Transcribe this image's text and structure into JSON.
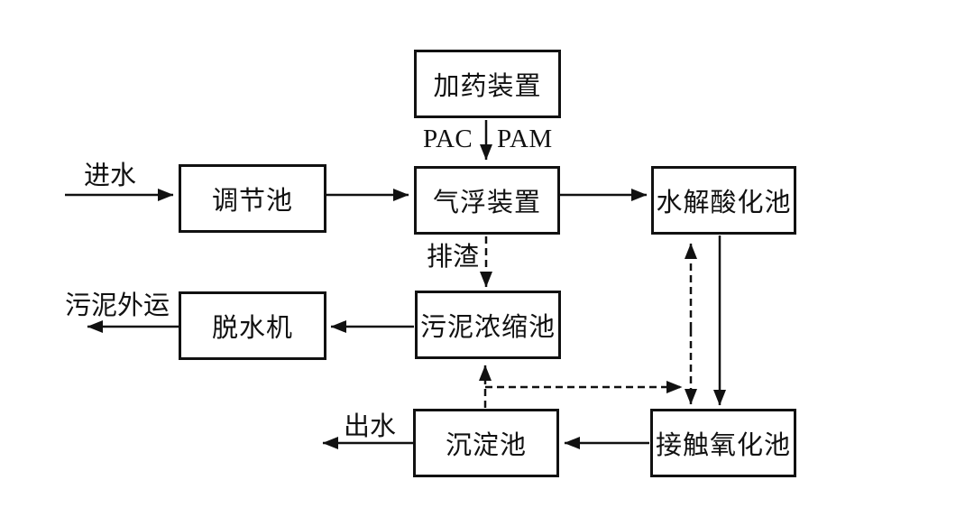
{
  "diagram": {
    "type": "process-flowchart",
    "colors": {
      "line": "#111111",
      "background": "#ffffff",
      "box_border": "#111111",
      "text": "#111111"
    },
    "nodes": {
      "dosing": {
        "label": "加药装置"
      },
      "regulating": {
        "label": "调节池"
      },
      "flotation": {
        "label": "气浮装置"
      },
      "hydrolysis": {
        "label": "水解酸化池"
      },
      "thickening": {
        "label": "污泥浓缩池"
      },
      "dewatering": {
        "label": "脱水机"
      },
      "sedimentation": {
        "label": "沉淀池"
      },
      "oxidation": {
        "label": "接触氧化池"
      }
    },
    "flow_labels": {
      "inlet": "进水",
      "pac": "PAC",
      "pam": "PAM",
      "slag": "排渣",
      "sludge_out": "污泥外运",
      "outlet": "出水"
    },
    "edges": [
      {
        "from": "external",
        "to": "调节池",
        "label": "进水",
        "style": "solid"
      },
      {
        "from": "调节池",
        "to": "气浮装置",
        "label": "",
        "style": "solid"
      },
      {
        "from": "加药装置",
        "to": "气浮装置",
        "label": "PAC PAM",
        "style": "solid"
      },
      {
        "from": "气浮装置",
        "to": "水解酸化池",
        "label": "",
        "style": "solid"
      },
      {
        "from": "气浮装置",
        "to": "污泥浓缩池",
        "label": "排渣",
        "style": "dashed"
      },
      {
        "from": "水解酸化池",
        "to": "接触氧化池",
        "label": "",
        "style": "solid"
      },
      {
        "from": "接触氧化池",
        "to": "沉淀池",
        "label": "",
        "style": "solid"
      },
      {
        "from": "沉淀池",
        "to": "external",
        "label": "出水",
        "style": "solid"
      },
      {
        "from": "沉淀池",
        "to": "污泥浓缩池",
        "label": "",
        "style": "dashed"
      },
      {
        "from": "沉淀池",
        "to": "水解酸化池",
        "label": "",
        "style": "dashed"
      },
      {
        "from": "沉淀池",
        "to": "接触氧化池",
        "label": "",
        "style": "dashed"
      },
      {
        "from": "污泥浓缩池",
        "to": "脱水机",
        "label": "",
        "style": "solid"
      },
      {
        "from": "脱水机",
        "to": "external",
        "label": "污泥外运",
        "style": "solid"
      }
    ]
  }
}
